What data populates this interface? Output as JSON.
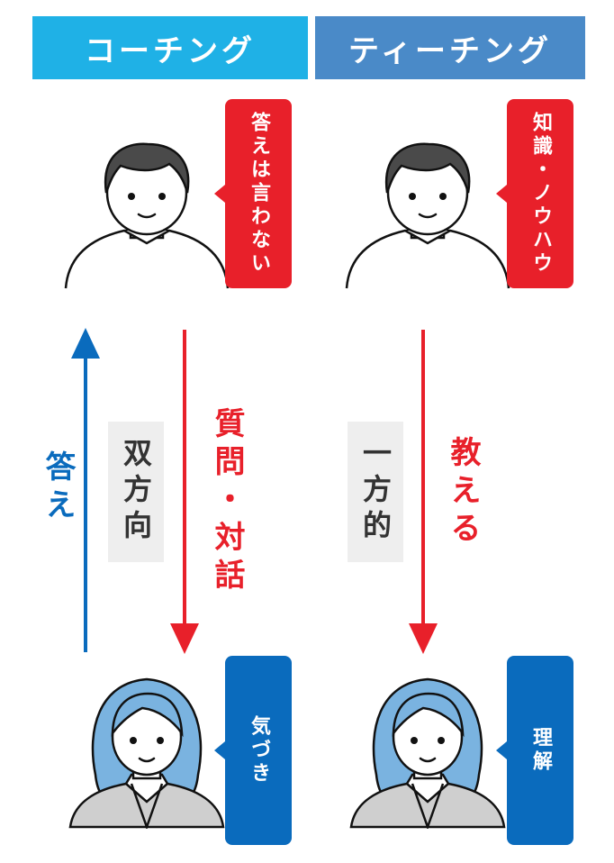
{
  "headers": {
    "coaching": "コーチング",
    "teaching": "ティーチング"
  },
  "bubbles": {
    "coach_top": "答えは言わない",
    "teach_top": "知識・ノウハウ",
    "coach_bottom": "気づき",
    "teach_bottom": "理解"
  },
  "labels": {
    "answer": "答え",
    "bidirectional": "双方向",
    "question_dialogue": "質問・対話",
    "one_way": "一方的",
    "teach": "教える"
  },
  "colors": {
    "coaching_header": "#1fb1e6",
    "teaching_header": "#4a8ac8",
    "red": "#e8202a",
    "blue": "#0a6bbd",
    "hair_female": "#7ab3e0",
    "hair_male": "#4a4a4a"
  },
  "icons": [
    "man-icon",
    "woman-icon",
    "arrow-up-icon",
    "arrow-down-icon"
  ]
}
